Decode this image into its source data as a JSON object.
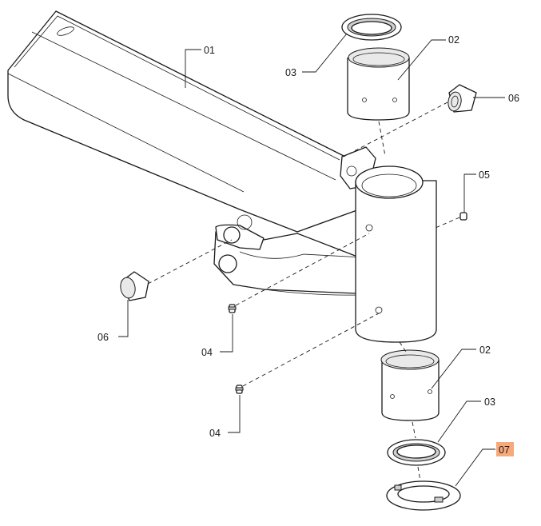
{
  "callouts": {
    "c01": "01",
    "c02_top": "02",
    "c02_bottom": "02",
    "c03_top": "03",
    "c03_bottom": "03",
    "c04_upper": "04",
    "c04_lower": "04",
    "c05": "05",
    "c06_right": "06",
    "c06_left": "06",
    "c07": "07"
  },
  "highlight": {
    "callout": "07",
    "color": "#f6a97a"
  }
}
